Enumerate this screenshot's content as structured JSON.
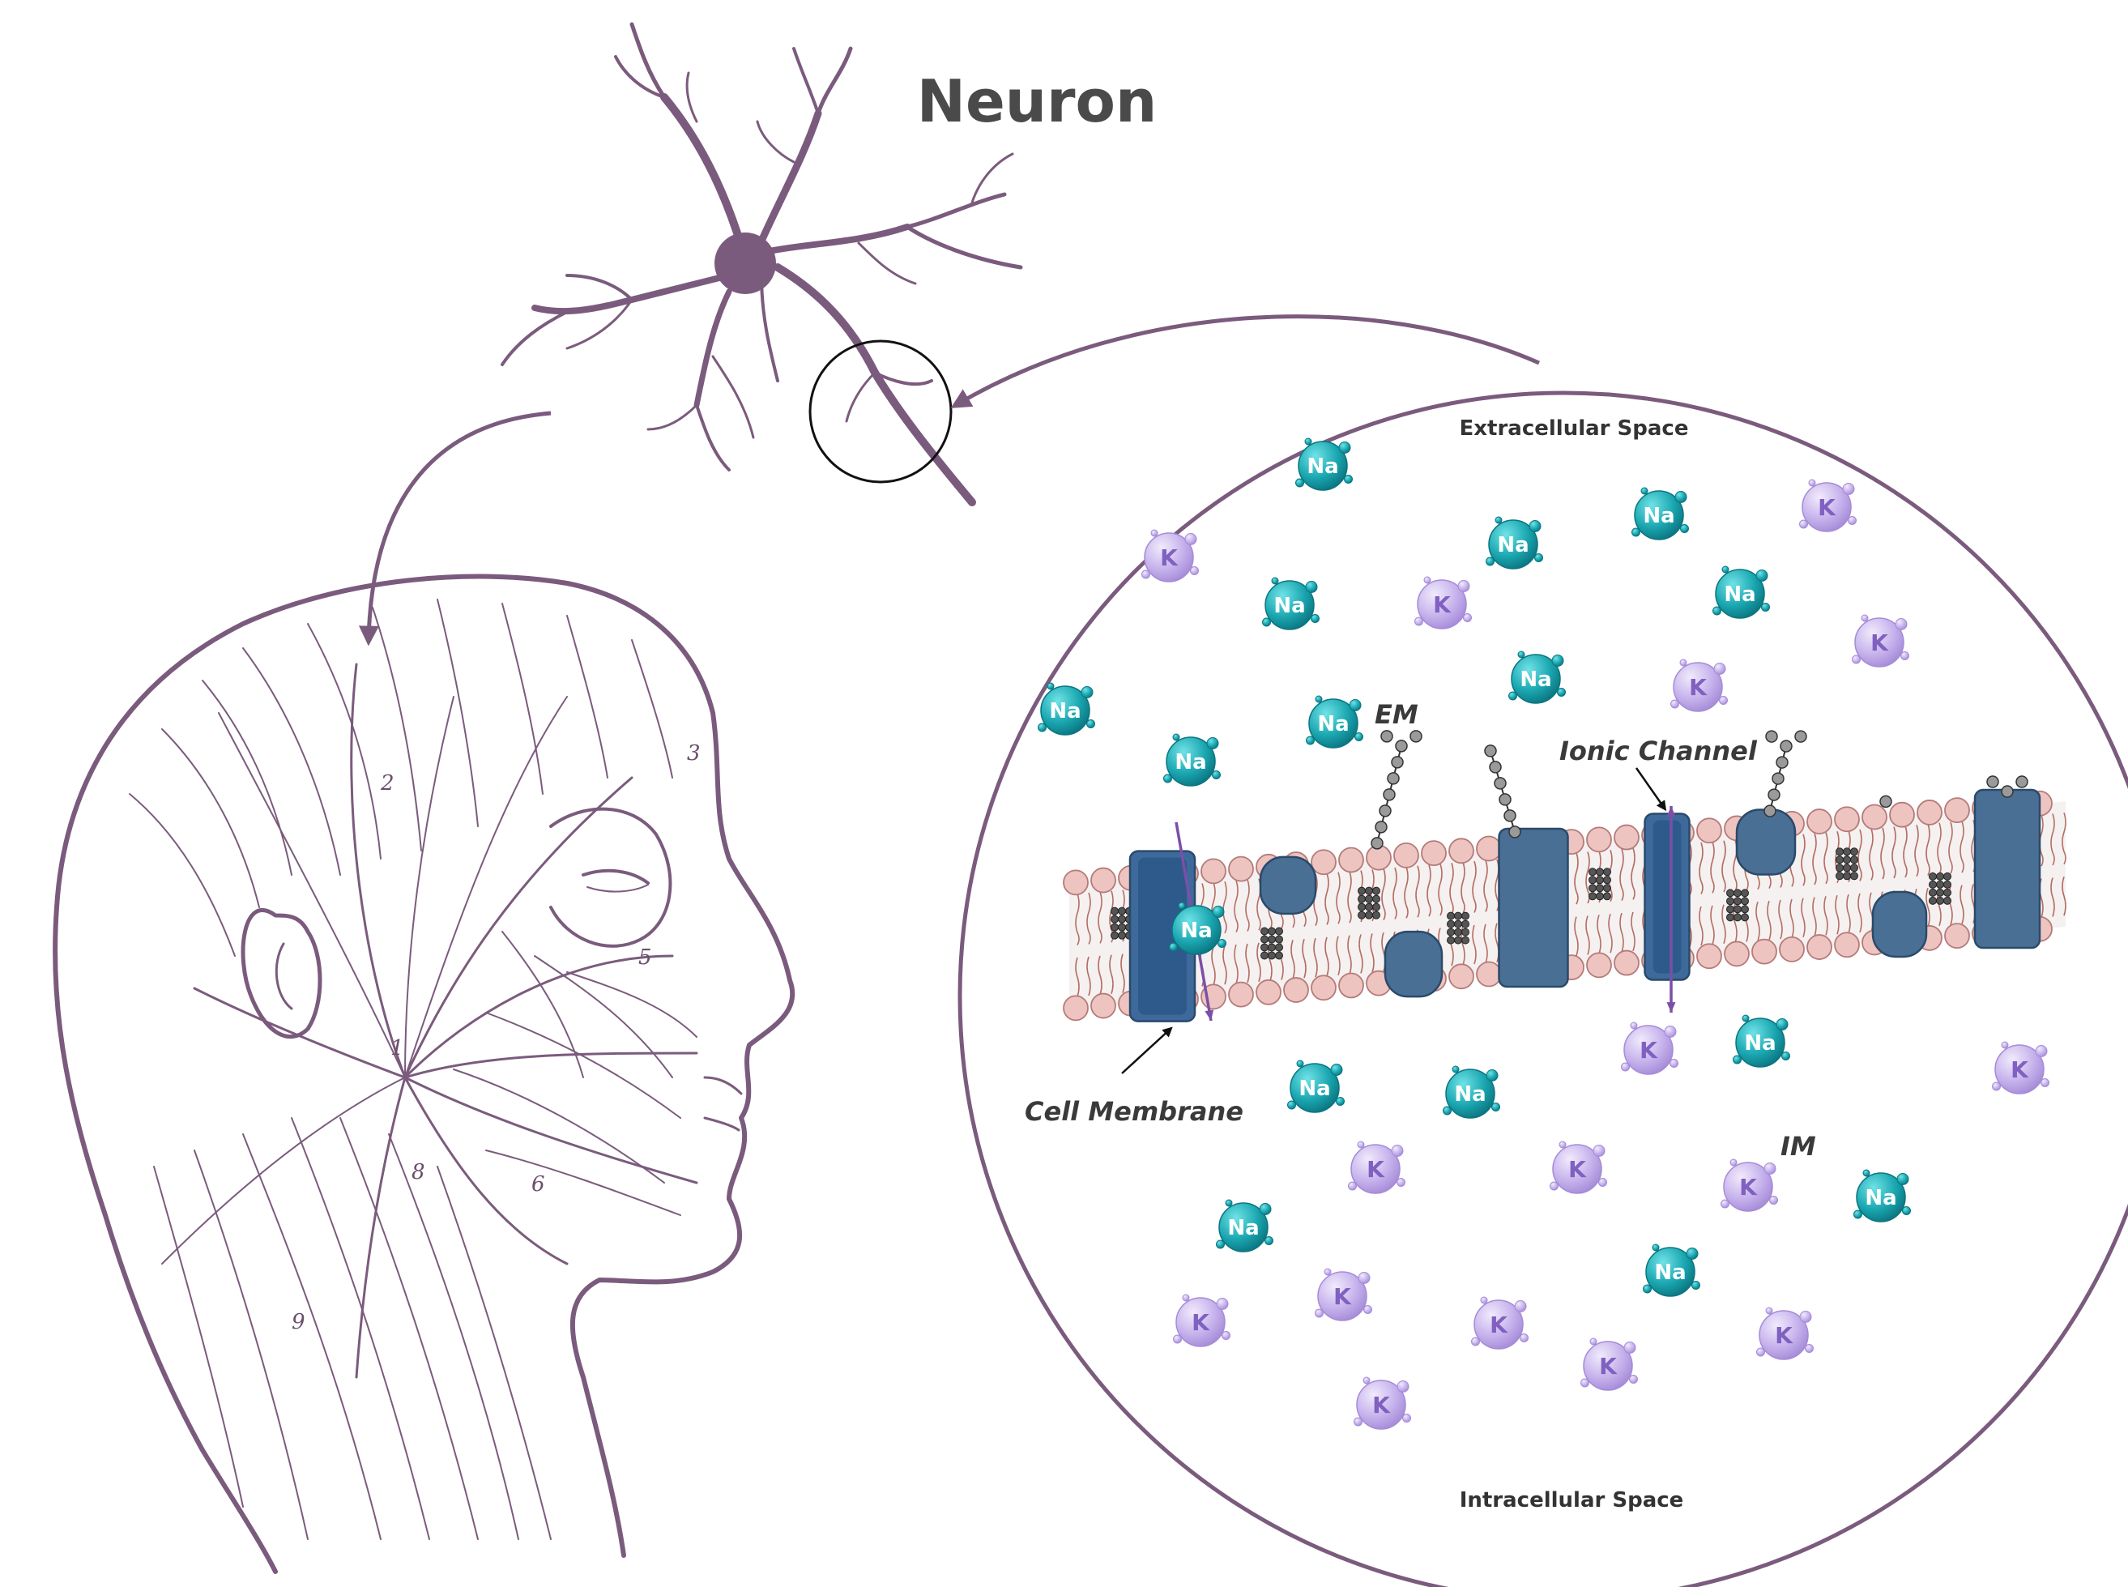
{
  "title": "Neuron",
  "labels": {
    "extracellular": "Extracellular Space",
    "intracellular": "Intracellular Space",
    "em": "EM",
    "im": "IM",
    "ionic_channel": "Ionic Channel",
    "cell_membrane": "Cell Membrane"
  },
  "ions": {
    "sodium": "Na",
    "potassium": "K"
  },
  "nerve_numbers": [
    "1",
    "2",
    "3",
    "5",
    "6",
    "8",
    "9"
  ],
  "colors": {
    "illustration": "#7b5b7d",
    "sodium": "#1aa6b0",
    "potassium": "#c6b2ec",
    "channel": "#4a6f94",
    "lipid_head": "#eec4c1",
    "text": "#4a4a4a"
  }
}
